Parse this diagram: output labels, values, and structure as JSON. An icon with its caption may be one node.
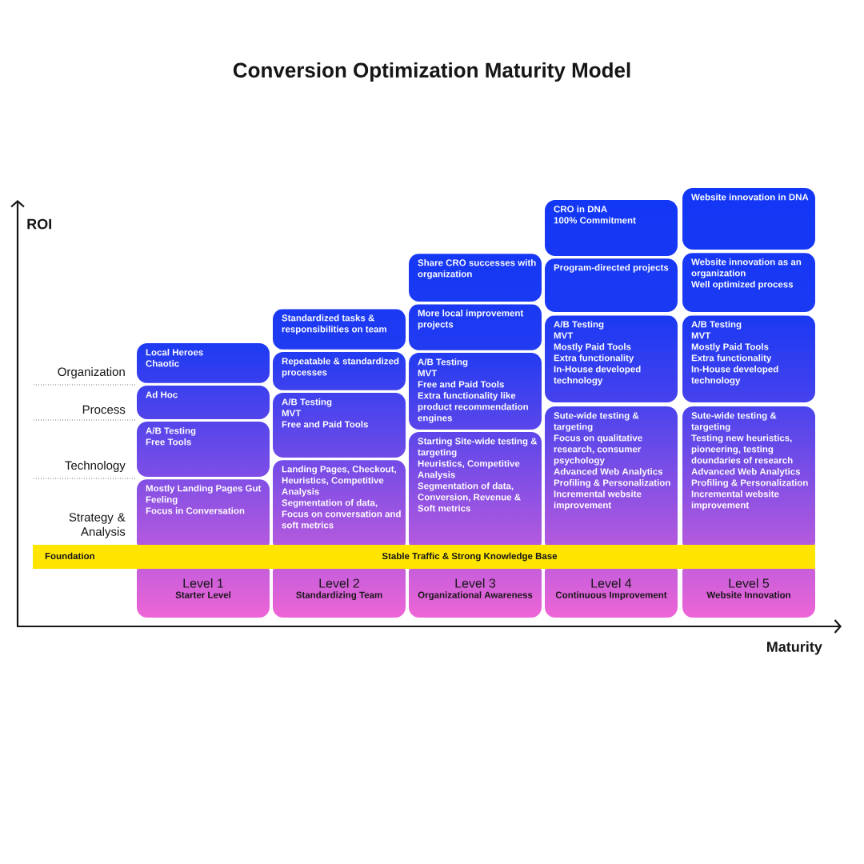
{
  "diagram": {
    "title": "Conversion Optimization Maturity Model",
    "nodes": [
      {
        "text": [
          "Local Heroes",
          "Chaotic"
        ]
      },
      {
        "text": [
          "Ad Hoc"
        ]
      },
      {
        "text": [
          "A/B Testing",
          "Free Tools"
        ]
      },
      {
        "text": [
          "Mostly Landing Pages Gut Feeling",
          "Focus in Conversation"
        ]
      },
      {
        "text": [
          "Level 1",
          "Starter Level"
        ]
      },
      {
        "text": [
          "Standardized tasks & responsibilities on team"
        ]
      },
      {
        "text": [
          "Repeatable & standardized processes"
        ]
      },
      {
        "text": [
          "A/B Testing",
          "MVT",
          "Free and Paid Tools"
        ]
      },
      {
        "text": [
          "Landing Pages, Checkout, Heuristics, Competitive Analysis",
          "Segmentation of data, Focus on conversation and soft metrics"
        ]
      },
      {
        "text": [
          "Level 2",
          "Standardizing Team"
        ]
      },
      {
        "text": [
          "Share CRO successes with organization"
        ]
      },
      {
        "text": [
          "More local improvement projects"
        ]
      },
      {
        "text": [
          "A/B Testing",
          "MVT",
          "Free and Paid Tools",
          "Extra functionality like product recommendation engines"
        ]
      },
      {
        "text": [
          "Starting Site-wide testing & targeting",
          "Heuristics, Competitive Analysis",
          "Segmentation of data, Conversion, Revenue & Soft metrics"
        ]
      },
      {
        "text": [
          "Level 3",
          "Organizational Awareness"
        ]
      },
      {
        "text": [
          "CRO in DNA",
          "100% Commitment"
        ]
      },
      {
        "text": [
          "Program-directed projects"
        ]
      },
      {
        "text": [
          "A/B Testing",
          "MVT",
          "Mostly Paid Tools",
          "Extra functionality",
          "In-House developed technology"
        ]
      },
      {
        "text": [
          "Sute-wide testing & targeting",
          "Focus on qualitative research, consumer psychology",
          "Advanced Web Analytics",
          "Profiling & Personalization",
          "Incremental website improvement"
        ]
      },
      {
        "text": [
          "Level 4",
          "Continuous Improvement"
        ]
      },
      {
        "text": [
          "Website innovation in DNA"
        ]
      },
      {
        "text": [
          "Website innovation as an organization",
          "Well optimized process"
        ]
      },
      {
        "text": [
          "A/B Testing",
          "MVT",
          "Mostly Paid Tools",
          "Extra functionality",
          "In-House developed technology"
        ]
      },
      {
        "text": [
          "Sute-wide testing & targeting",
          "Testing new heuristics, pioneering, testing doundaries of research",
          "Advanced Web Analytics",
          "Profiling & Personalization",
          "Incremental website improvement"
        ]
      },
      {
        "text": [
          "Level 5",
          "Website Innovation"
        ]
      },
      {
        "text": [
          "Foundation",
          "Stable Traffic & Strong Knowledge Base"
        ]
      }
    ],
    "edges": [],
    "labels": [
      "ROI",
      "Organization",
      "Process",
      "Technology",
      "Strategy & Analysis",
      "Maturity"
    ]
  }
}
